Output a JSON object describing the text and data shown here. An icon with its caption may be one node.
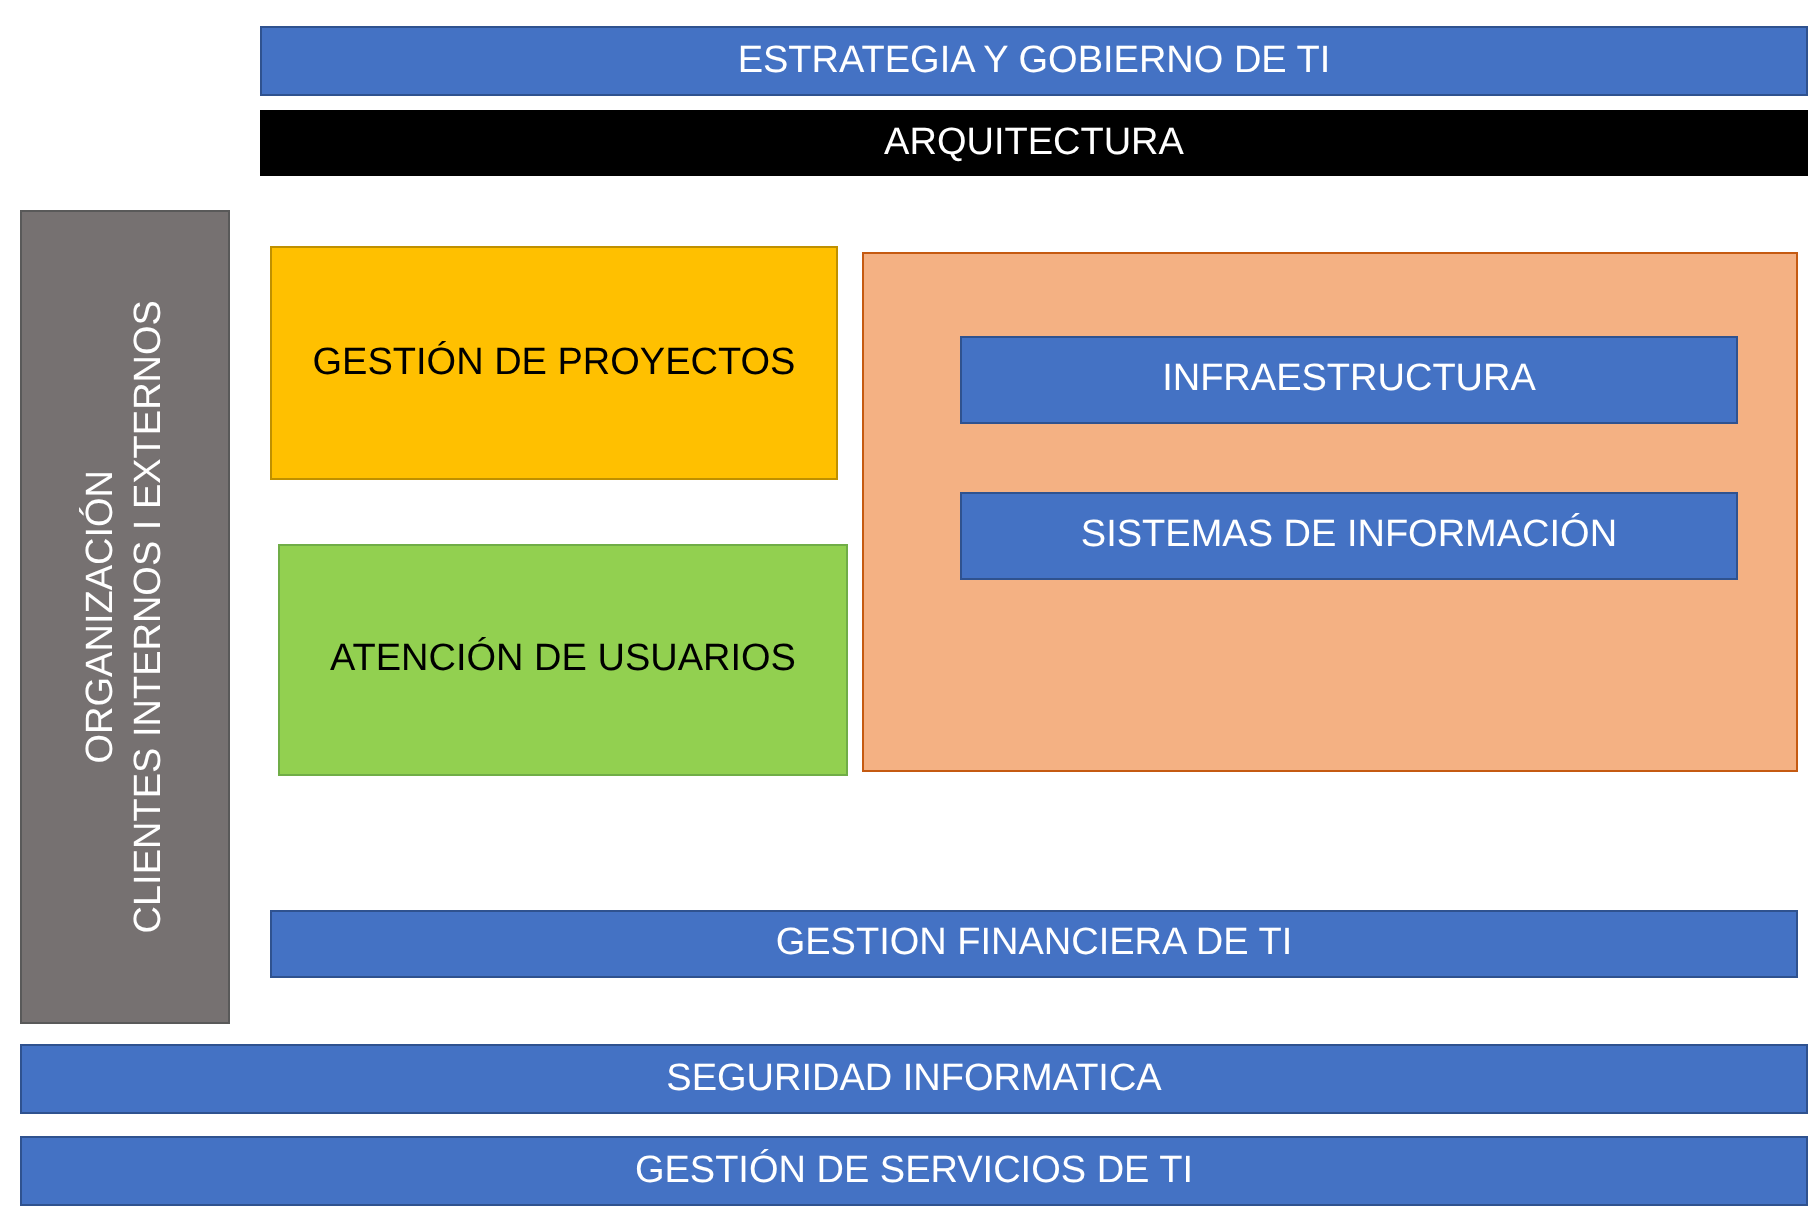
{
  "diagram": {
    "nodes": [
      {
        "text": [
          "ESTRATEGIA Y GOBIERNO DE TI"
        ]
      },
      {
        "text": [
          "ARQUITECTURA"
        ]
      },
      {
        "text": [
          "ORGANIZACIÓN",
          "CLIENTES INTERNOS I EXTERNOS"
        ]
      },
      {
        "text": [
          "GESTIÓN DE PROYECTOS"
        ]
      },
      {
        "text": [
          "ATENCIÓN DE USUARIOS"
        ]
      },
      {
        "text": [],
        "shape": "box"
      },
      {
        "text": [
          "INFRAESTRUCTURA"
        ],
        "in": 5
      },
      {
        "text": [
          "SISTEMAS DE INFORMACIÓN"
        ],
        "in": 5
      },
      {
        "text": [
          "GESTION FINANCIERA DE TI"
        ]
      },
      {
        "text": [
          "SEGURIDAD INFORMATICA"
        ]
      },
      {
        "text": [
          "GESTIÓN DE SERVICIOS DE TI"
        ]
      }
    ],
    "edges": []
  }
}
